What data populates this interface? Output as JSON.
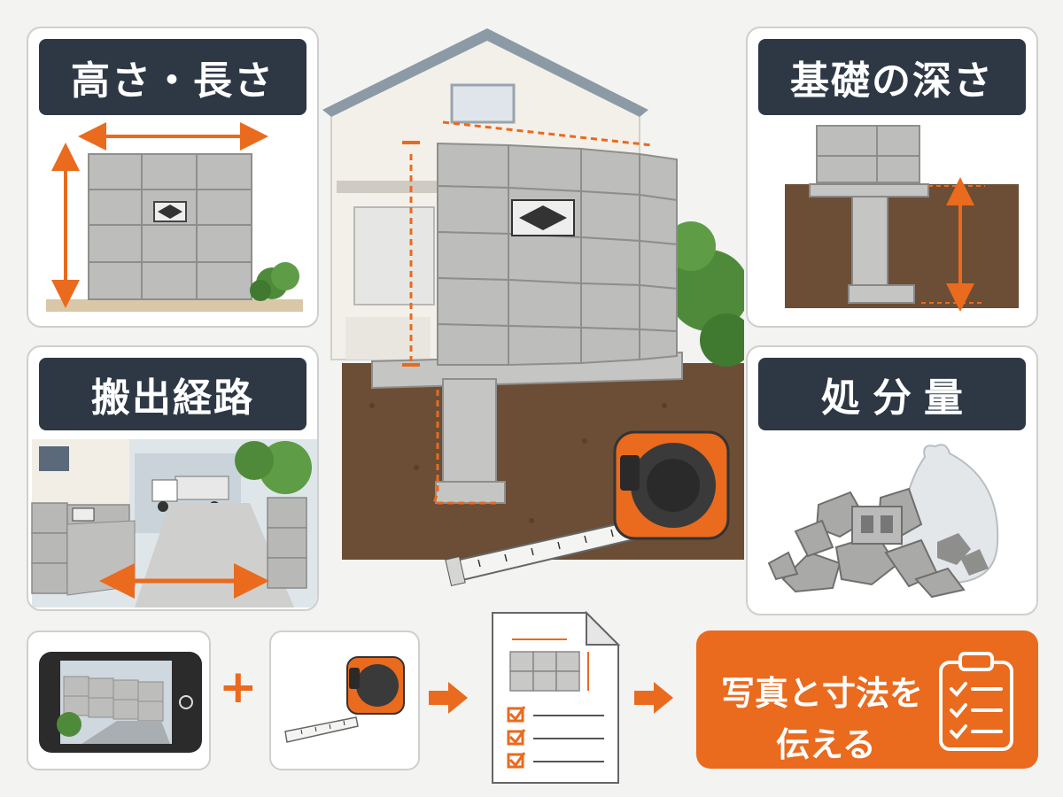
{
  "panels": {
    "height_length": {
      "label": "高さ・長さ",
      "icon": "block-wall-measure-icon"
    },
    "route": {
      "label": "搬出経路",
      "icon": "truck-route-icon"
    },
    "foundation_depth": {
      "label": "基礎の深さ",
      "icon": "foundation-depth-icon"
    },
    "disposal_volume": {
      "label": "処分量",
      "icon": "rubble-bag-icon"
    }
  },
  "steps": {
    "plus": "+",
    "cta": {
      "line1": "写真と寸法を",
      "line2": "伝える",
      "icon": "clipboard-checklist-icon"
    }
  },
  "colors": {
    "accent": "#ea6a1e",
    "label_bg": "#2e3845",
    "block": "#b9b9b7",
    "soil": "#6b4e35",
    "page_bg": "#f3f3f1"
  }
}
